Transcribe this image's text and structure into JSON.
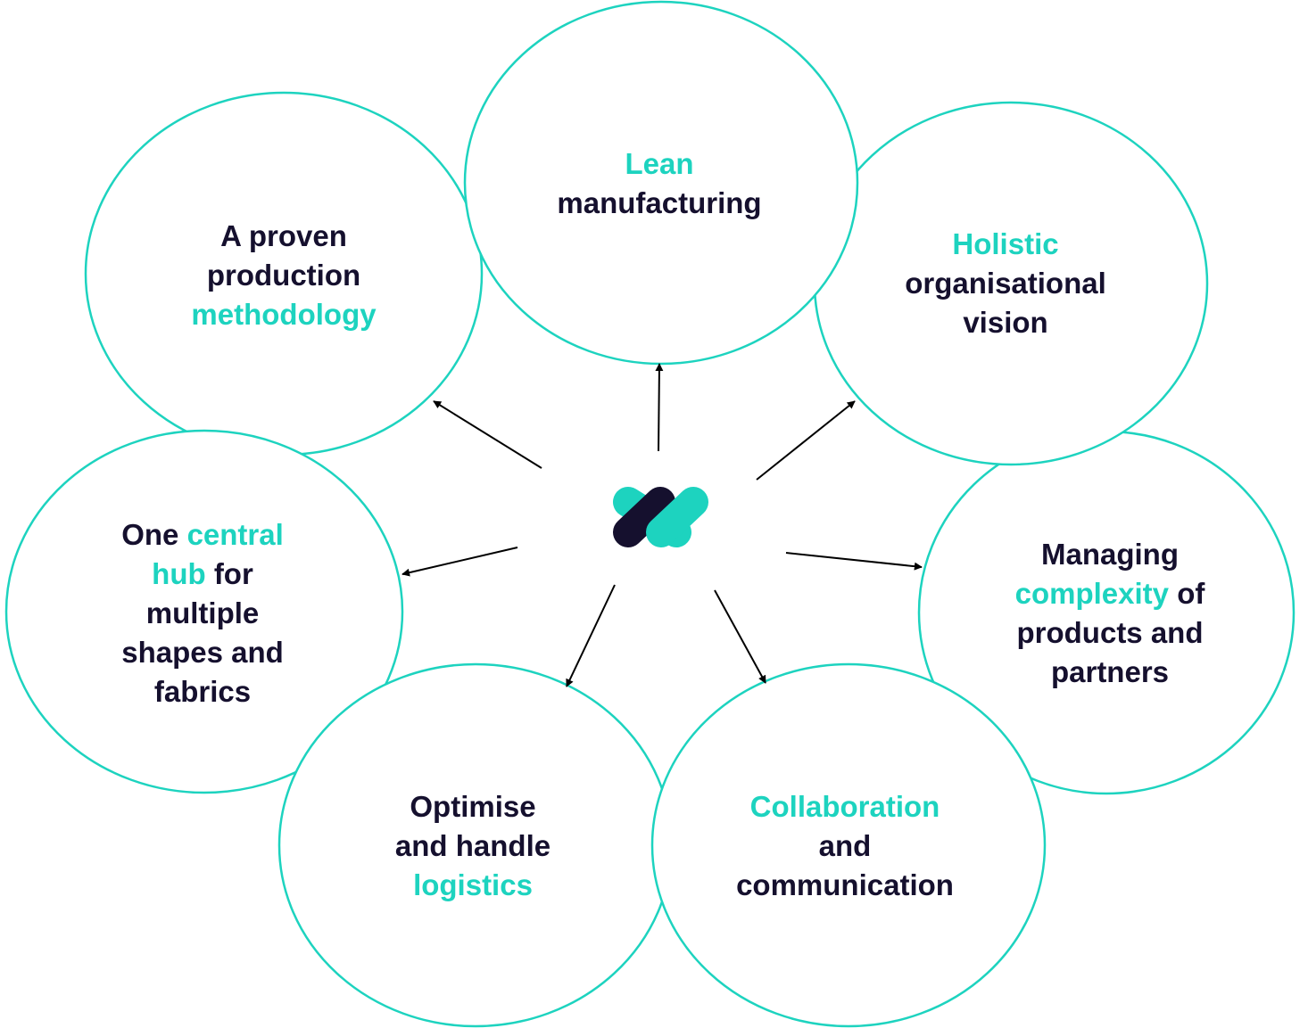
{
  "colors": {
    "accent": "#1dd3bf",
    "text": "#15102e",
    "bubble_stroke": "#1dd3bf",
    "arrow": "#000000"
  },
  "center": {
    "logo_icon": "logo-icon"
  },
  "bubbles": {
    "production": {
      "lines": [
        [
          {
            "text": "A proven",
            "accent": false
          }
        ],
        [
          {
            "text": "production",
            "accent": false
          }
        ],
        [
          {
            "text": "methodology",
            "accent": true
          }
        ]
      ]
    },
    "lean": {
      "lines": [
        [
          {
            "text": "Lean",
            "accent": true
          }
        ],
        [
          {
            "text": "manufacturing",
            "accent": false
          }
        ]
      ]
    },
    "holistic": {
      "lines": [
        [
          {
            "text": "Holistic",
            "accent": true
          }
        ],
        [
          {
            "text": "organisational",
            "accent": false
          }
        ],
        [
          {
            "text": "vision",
            "accent": false
          }
        ]
      ]
    },
    "hub": {
      "lines": [
        [
          {
            "text": "One ",
            "accent": false
          },
          {
            "text": "central",
            "accent": true
          }
        ],
        [
          {
            "text": "hub",
            "accent": true
          },
          {
            "text": " for",
            "accent": false
          }
        ],
        [
          {
            "text": "multiple",
            "accent": false
          }
        ],
        [
          {
            "text": "shapes and",
            "accent": false
          }
        ],
        [
          {
            "text": "fabrics",
            "accent": false
          }
        ]
      ]
    },
    "complexity": {
      "lines": [
        [
          {
            "text": "Managing",
            "accent": false
          }
        ],
        [
          {
            "text": "complexity",
            "accent": true
          },
          {
            "text": " of",
            "accent": false
          }
        ],
        [
          {
            "text": "products and",
            "accent": false
          }
        ],
        [
          {
            "text": "partners",
            "accent": false
          }
        ]
      ]
    },
    "logistics": {
      "lines": [
        [
          {
            "text": "Optimise",
            "accent": false
          }
        ],
        [
          {
            "text": "and handle",
            "accent": false
          }
        ],
        [
          {
            "text": "logistics",
            "accent": true
          }
        ]
      ]
    },
    "collaboration": {
      "lines": [
        [
          {
            "text": "Collaboration",
            "accent": true
          }
        ],
        [
          {
            "text": "and",
            "accent": false
          }
        ],
        [
          {
            "text": "communication",
            "accent": false
          }
        ]
      ]
    }
  }
}
